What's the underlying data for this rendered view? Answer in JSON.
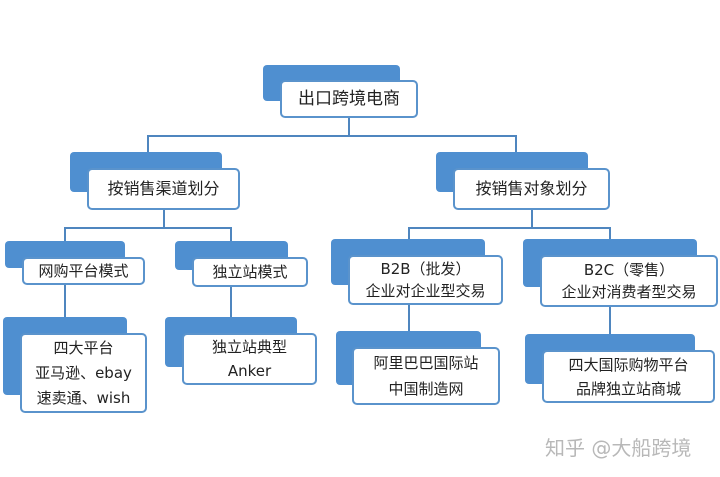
{
  "root": {
    "label": "出口跨境电商"
  },
  "level1": [
    {
      "label": "按销售渠道划分"
    },
    {
      "label": "按销售对象划分"
    }
  ],
  "level2": [
    {
      "lines": [
        "网购平台模式"
      ]
    },
    {
      "lines": [
        "独立站模式"
      ]
    },
    {
      "lines": [
        "B2B（批发）",
        "企业对企业型交易"
      ]
    },
    {
      "lines": [
        "B2C（零售）",
        "企业对消费者型交易"
      ]
    }
  ],
  "level3": [
    {
      "lines": [
        "四大平台",
        "亚马逊、ebay",
        "速卖通、wish"
      ]
    },
    {
      "lines": [
        "独立站典型",
        "Anker"
      ]
    },
    {
      "lines": [
        "阿里巴巴国际站",
        "中国制造网"
      ]
    },
    {
      "lines": [
        "四大国际购物平台",
        "品牌独立站商城"
      ]
    }
  ],
  "watermark": "知乎 @大船跨境"
}
